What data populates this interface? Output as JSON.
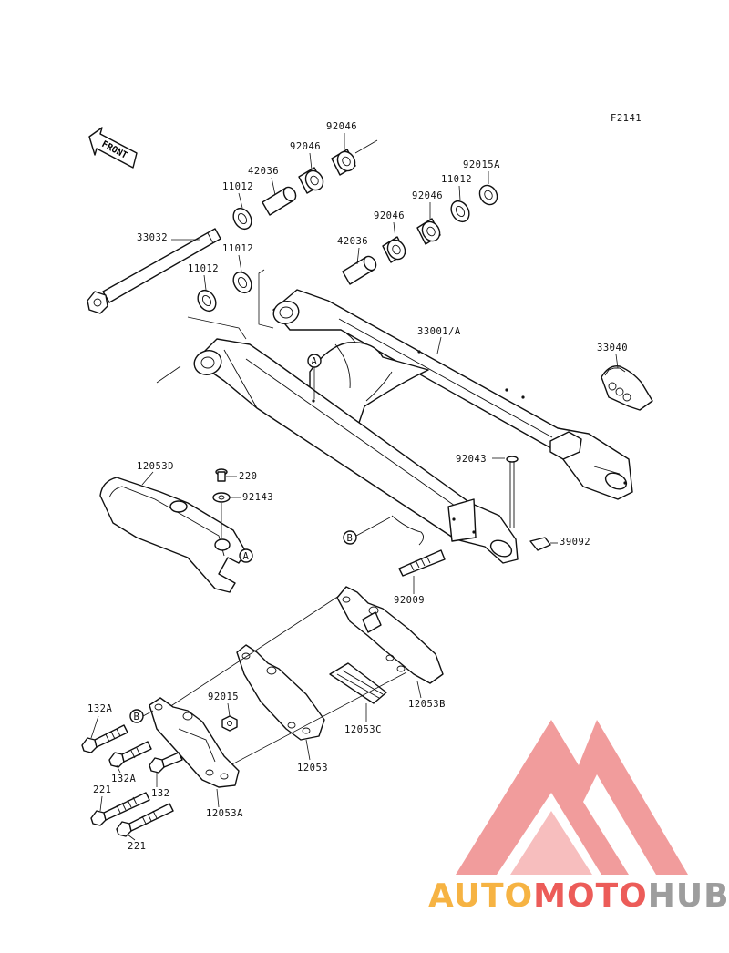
{
  "figure_code": "F2141",
  "front_label": "FRONT",
  "callouts": {
    "a": "A",
    "b": "B"
  },
  "labels": {
    "p33032": "33032",
    "p11012_a": "11012",
    "p42036_a": "42036",
    "p92046_a": "92046",
    "p92046_b": "92046",
    "p11012_b": "11012",
    "p11012_c": "11012",
    "p42036_b": "42036",
    "p92046_c": "92046",
    "p92046_d": "92046",
    "p11012_d": "11012",
    "p92015a": "92015A",
    "p33001": "33001/A",
    "p33040": "33040",
    "p12053d": "12053D",
    "p220": "220",
    "p92143": "92143",
    "p92043": "92043",
    "p39092": "39092",
    "p92009": "92009",
    "p12053b": "12053B",
    "p12053c": "12053C",
    "p12053": "12053",
    "p92015": "92015",
    "p132a_a": "132A",
    "p132a_b": "132A",
    "p132": "132",
    "p221_a": "221",
    "p221_b": "221",
    "p12053a": "12053A"
  },
  "watermark": {
    "part1": "AUTO",
    "part2": "MOTO",
    "part3": "HUB",
    "colors": {
      "orange": "#f5a623",
      "red": "#e9403d",
      "gray": "#8c8c8c",
      "pink": "#ef8b8b"
    }
  }
}
